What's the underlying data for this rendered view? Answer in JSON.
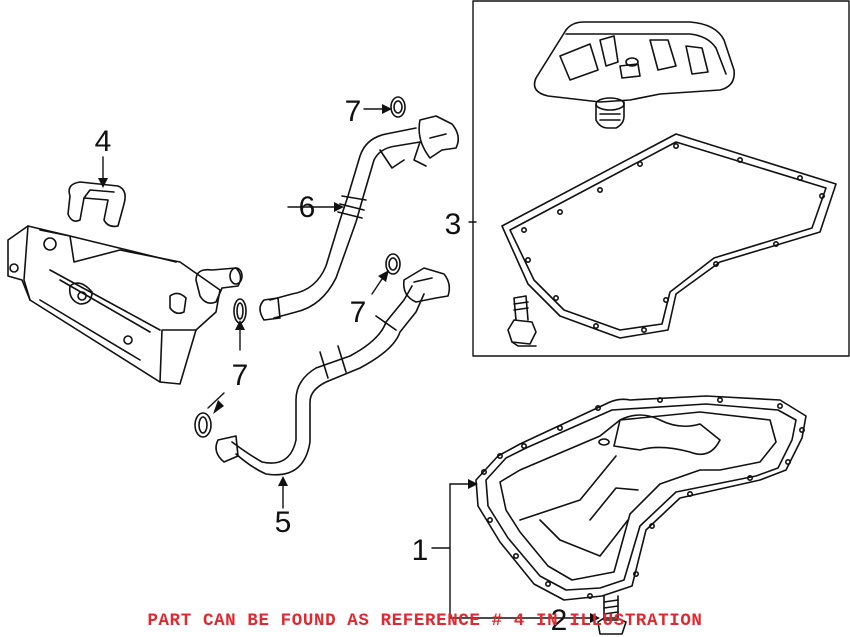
{
  "callouts": {
    "c1": "1",
    "c2": "2",
    "c3": "3",
    "c4": "4",
    "c5": "5",
    "c6": "6",
    "c7a": "7",
    "c7b": "7",
    "c7c": "7"
  },
  "notice": "PART CAN BE FOUND AS REFERENCE # 4 IN ILLUSTRATION",
  "colors": {
    "line": "#111111",
    "notice": "#e0292f",
    "background": "#ffffff"
  }
}
